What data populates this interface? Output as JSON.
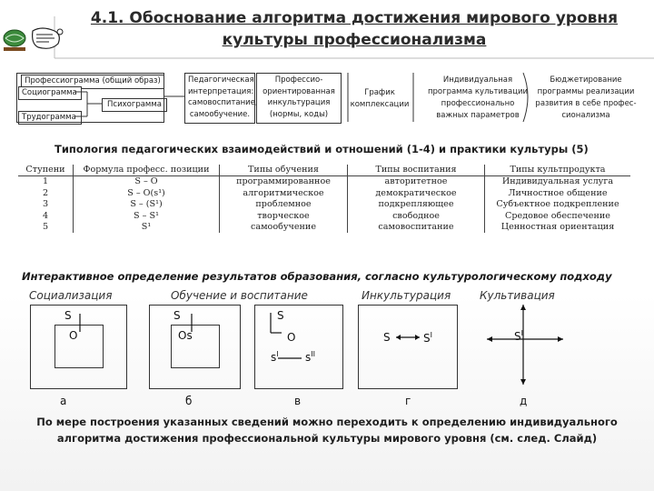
{
  "title": {
    "line1": "4.1. Обоснование алгоритма достижения мирового уровня",
    "line2": "культуры профессионализма"
  },
  "icons": {
    "logo": "globe-book-logo",
    "scroll": "scroll-icon"
  },
  "diagram": {
    "general_image": "Профессиограмма (общий образ)",
    "sociogram": "Социограмма",
    "psychogram": "Психограмма",
    "laborgram": "Трудограмма",
    "pedagogical": [
      "Педагогическая",
      "интерпретация:",
      "самовоспитание,",
      "самообучение."
    ],
    "professional": [
      "Профессио-",
      "ориентированная",
      "инкультурация",
      "(нормы, коды)"
    ],
    "schedule": [
      "График",
      "комплексации"
    ],
    "individual": [
      "Индивидуальная",
      "программа культивации",
      "профессионально",
      "важных параметров"
    ],
    "budgeting": [
      "Бюджетирование",
      "программы реализации",
      "развития в себе профес-",
      "сионализма"
    ]
  },
  "typology": {
    "heading": "Типология педагогических взаимодействий и отношений (1-4) и практики культуры (5)",
    "columns": [
      "Ступени",
      "Формула  професс. позиции",
      "Типы обучения",
      "Типы воспитания",
      "Типы культпродукта"
    ],
    "rows": [
      [
        "1",
        "S – O",
        "программированное",
        "авторитетное",
        "Индивидуальная услуга"
      ],
      [
        "2",
        "S – O(s¹)",
        "алгоритмическое",
        "демократическое",
        "Личностное общение"
      ],
      [
        "3",
        "S – (S¹)",
        "проблемное",
        "подкрепляющее",
        "Субъектное подкрепление"
      ],
      [
        "4",
        "S – S¹",
        "творческое",
        "свободное",
        "Средовое обеспечение"
      ],
      [
        "5",
        "S¹",
        "самообучение",
        "самовоспитание",
        "Ценностная ориентация"
      ]
    ]
  },
  "interactive": {
    "heading": "Интерактивное определение результатов образования, согласно культурологическому подходу",
    "captions": {
      "socialization": "Социализация",
      "training": "Обучение и воспитание",
      "inculturation": "Инкультурация",
      "cultivation": "Культивация"
    },
    "schemes": {
      "a": {
        "top": "S",
        "inner": "O"
      },
      "b": {
        "top": "S",
        "inner": "Os"
      },
      "v": {
        "top": "S",
        "inner": "O",
        "left": "s",
        "left_sup": "I",
        "right": "s",
        "right_sup": "II"
      },
      "g": {
        "left": "S",
        "right": "S",
        "right_sup": "I"
      },
      "d": {
        "label": "S",
        "label_sup": "I"
      }
    },
    "letters": [
      "а",
      "б",
      "в",
      "г",
      "д"
    ]
  },
  "footer": {
    "line1": "По мере построения указанных сведений можно переходить к определению индивидуального",
    "line2": "алгоритма достижения профессиональной культуры мирового уровня (см. след. Слайд)"
  }
}
